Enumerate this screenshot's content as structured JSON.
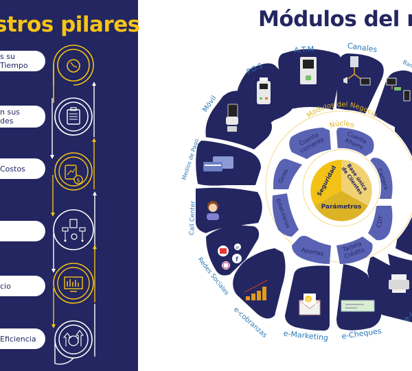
{
  "colors": {
    "navy": "#232660",
    "yellow": "#f7c416",
    "pill_bg": "#ffffff",
    "module_blue": "#5a63b3",
    "module_text": "#232660",
    "outer_label": "#2b78b5",
    "core_yellow_1": "#f2c316",
    "core_yellow_2": "#f0d275",
    "core_yellow_3": "#dcb325"
  },
  "left_panel": {
    "title": "stros pilares",
    "pillars": [
      {
        "label": "s su Tiempo",
        "icon": "clock-icon",
        "ring": "yellow"
      },
      {
        "label": "n sus\ndes",
        "icon": "clipboard-checklist-icon",
        "ring": "white"
      },
      {
        "label": "Costos",
        "icon": "cost-chart-dollar-icon",
        "ring": "yellow"
      },
      {
        "label": "",
        "icon": "process-gear-diagram-icon",
        "ring": "white"
      },
      {
        "label": "cio",
        "icon": "analytics-monitor-icon",
        "ring": "yellow"
      },
      {
        "label": "Eficiencia",
        "icon": "efficiency-growth-icon",
        "ring": "white"
      }
    ]
  },
  "right": {
    "title": "Módulos del ne",
    "outer_modules": [
      {
        "label": "A.T.M",
        "icon": "atm-icon"
      },
      {
        "label": "Canales",
        "icon": "channels-icon"
      },
      {
        "label": "Banca E",
        "icon": "online-banking-icon"
      },
      {
        "label": "",
        "icon": "module-icon"
      },
      {
        "label": "",
        "icon": "module-icon"
      },
      {
        "label": "",
        "icon": "module-icon"
      },
      {
        "label": "",
        "icon": "module-icon"
      },
      {
        "label": "e-I",
        "icon": "printer-icon"
      },
      {
        "label": "e-Cheques",
        "icon": "cheque-icon"
      },
      {
        "label": "e-Marketing",
        "icon": "email-envelope-icon"
      },
      {
        "label": "e-cobranzas",
        "icon": "coins-growth-icon"
      },
      {
        "label": "Redes Sociales",
        "icon": "social-media-icon"
      },
      {
        "label": "Call Center",
        "icon": "call-center-agent-icon"
      },
      {
        "label": "Medios de Pago",
        "icon": "credit-cards-icon"
      },
      {
        "label": "Móvil",
        "icon": "mobile-phone-icon"
      },
      {
        "label": "P.O.S",
        "icon": "pos-terminal-icon"
      }
    ],
    "ring_label": "Módulos del Negocio",
    "business_modules": [
      {
        "label": "Cuenta\ncorriente"
      },
      {
        "label": "Cuenta\nAhorro"
      },
      {
        "label": "Cartera"
      },
      {
        "label": "CDT"
      },
      {
        "label": "Tarjeta\nCrédito"
      },
      {
        "label": "Aportes"
      },
      {
        "label": "Estatutarias"
      },
      {
        "label": "Giros"
      }
    ],
    "core_label": "Núcleo",
    "core_segments": [
      {
        "label": "Seguridad"
      },
      {
        "label": "Base única\nde Clientes"
      },
      {
        "label": "Parámetros"
      }
    ]
  }
}
